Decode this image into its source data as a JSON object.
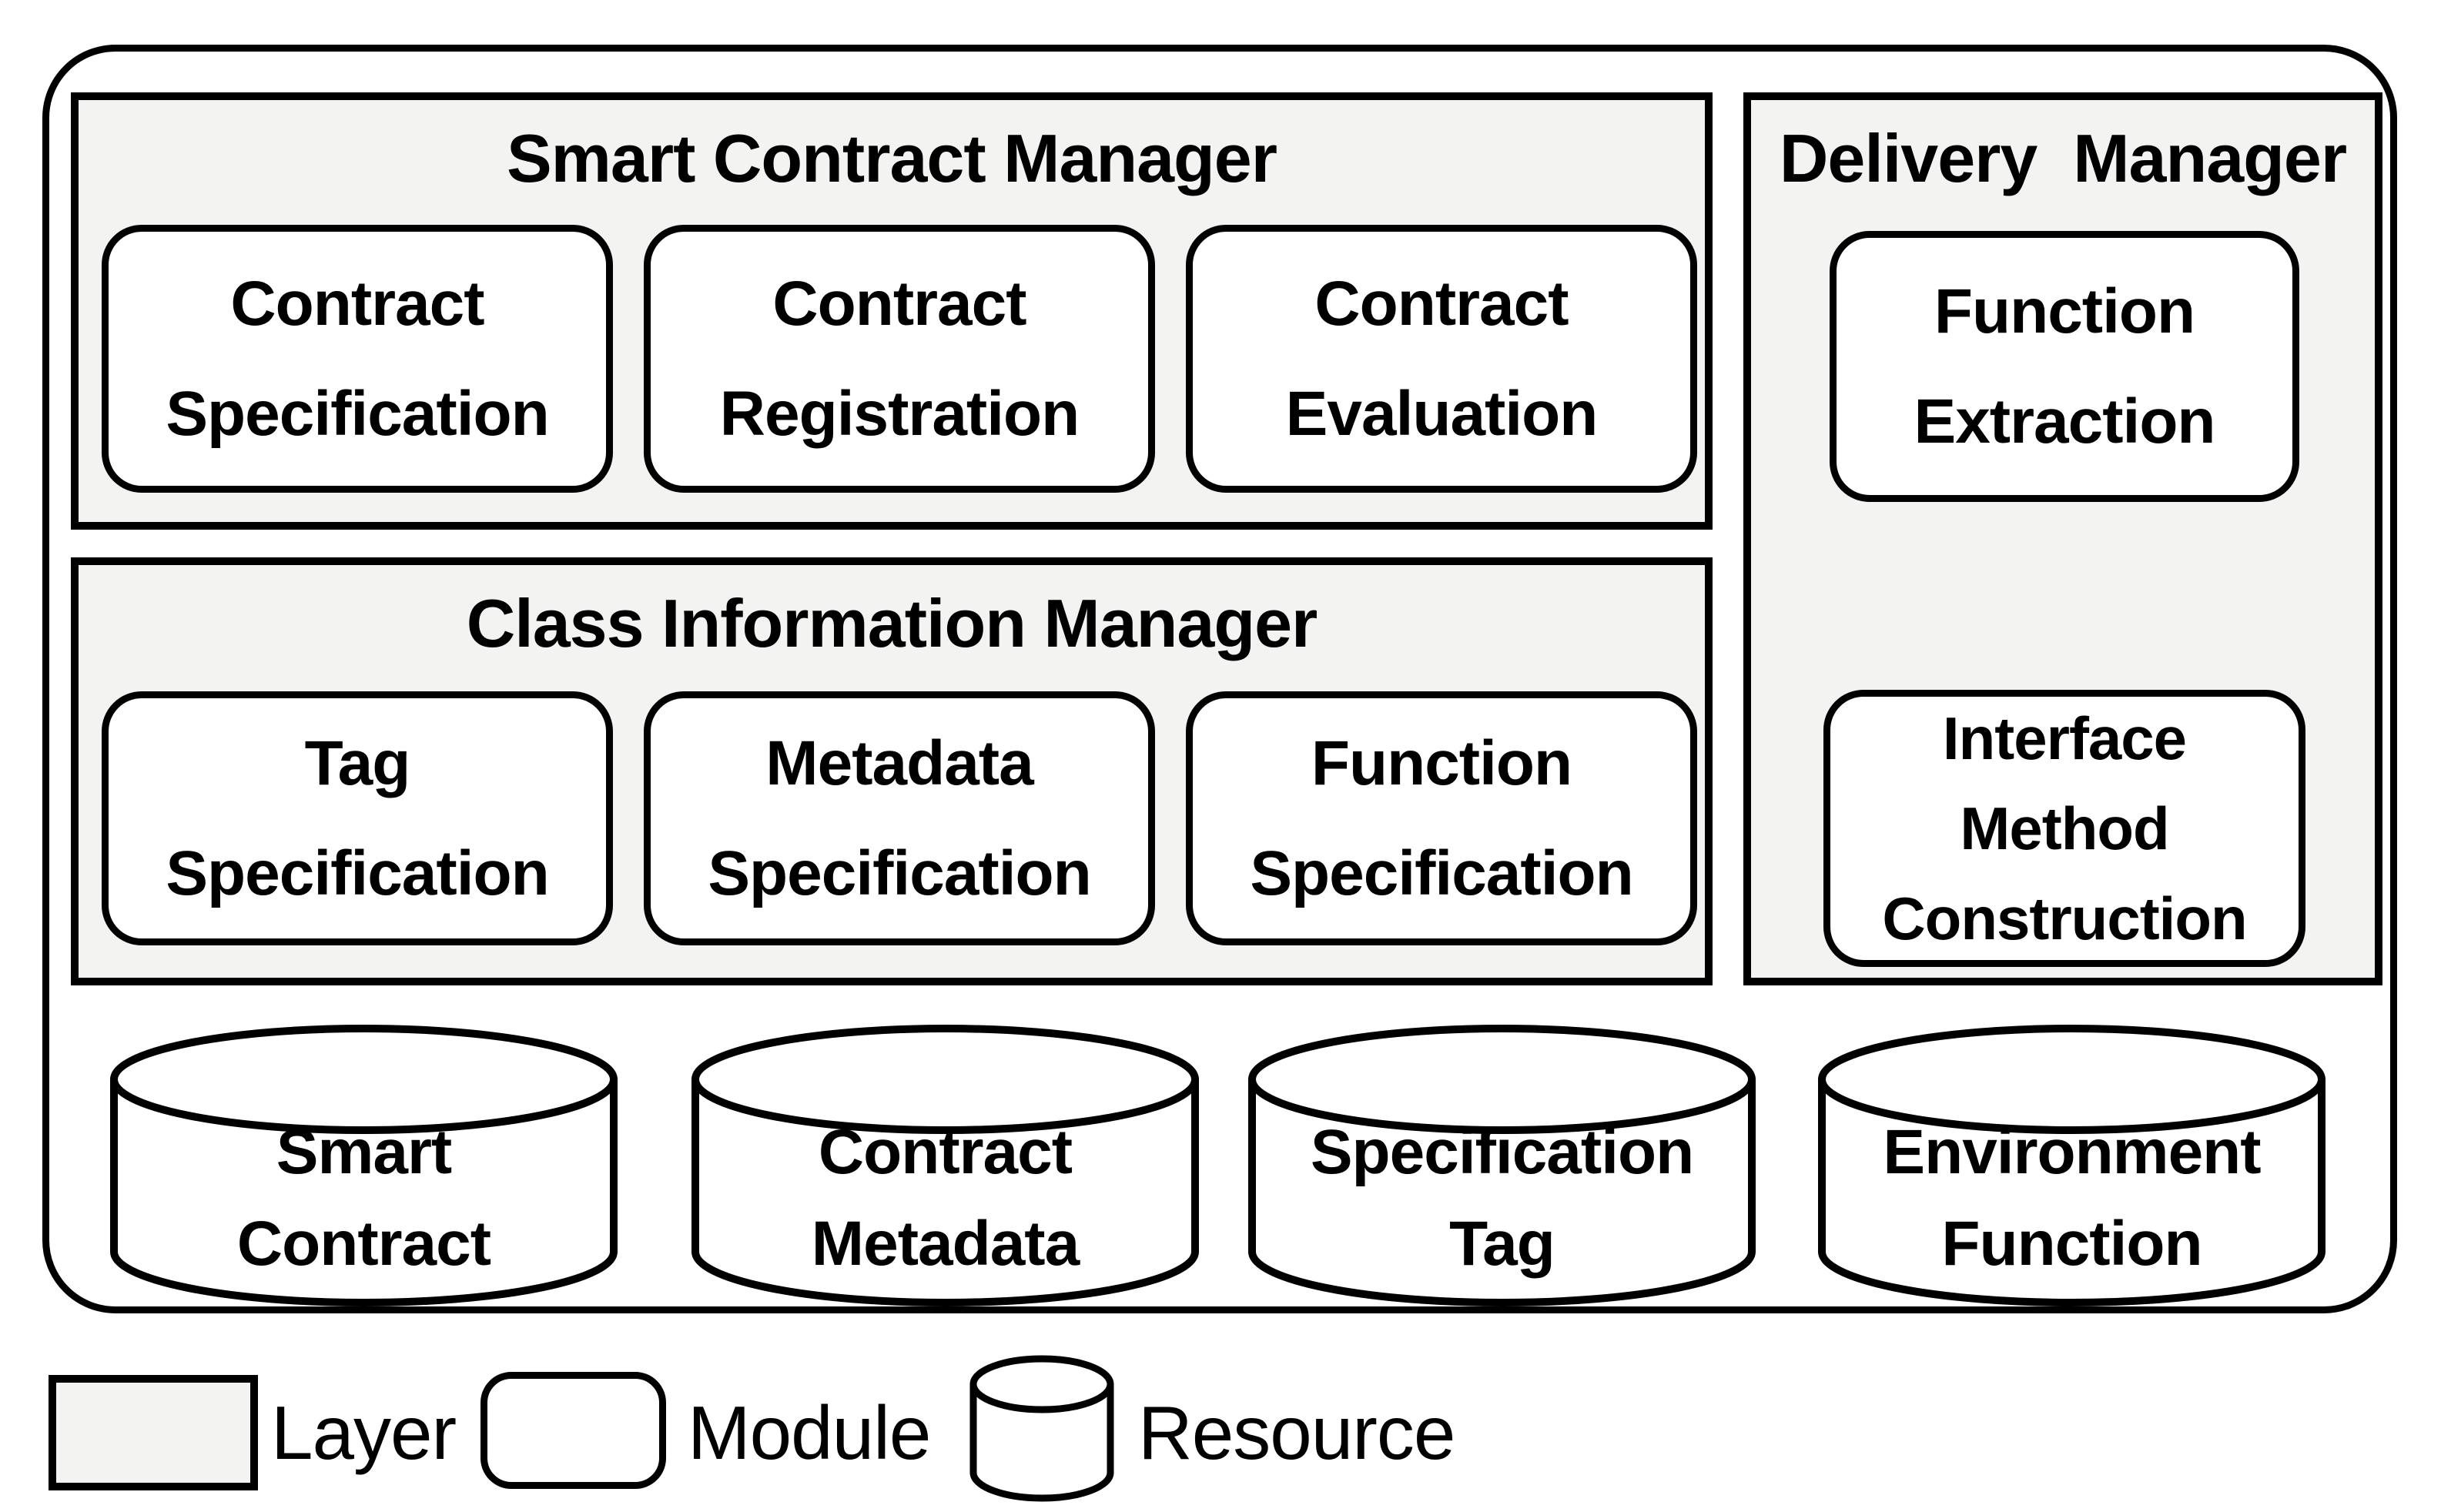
{
  "diagram": {
    "layers": [
      {
        "title": "Smart Contract Manager",
        "modules": [
          {
            "label": "Contract\nSpecification"
          },
          {
            "label": "Contract\nRegistration"
          },
          {
            "label": "Contract\nEvaluation"
          }
        ]
      },
      {
        "title": "Class Information Manager",
        "modules": [
          {
            "label": "Tag\nSpecification"
          },
          {
            "label": "Metadata\nSpecification"
          },
          {
            "label": "Function\nSpecification"
          }
        ]
      },
      {
        "title": "Delivery  Manager",
        "modules": [
          {
            "label": "Function\nExtraction"
          },
          {
            "label": "Interface\nMethod\nConstruction"
          }
        ]
      }
    ],
    "resources": [
      {
        "label": "Smart\nContract"
      },
      {
        "label": "Contract\nMetadata"
      },
      {
        "label": "Specification\nTag"
      },
      {
        "label": "Environment\nFunction"
      }
    ],
    "legend": {
      "layer_label": "Layer",
      "module_label": "Module",
      "resource_label": "Resource"
    },
    "colors": {
      "layer_fill": "#f3f3f2",
      "module_fill": "#ffffff",
      "border": "#000000",
      "text": "#000000"
    }
  }
}
